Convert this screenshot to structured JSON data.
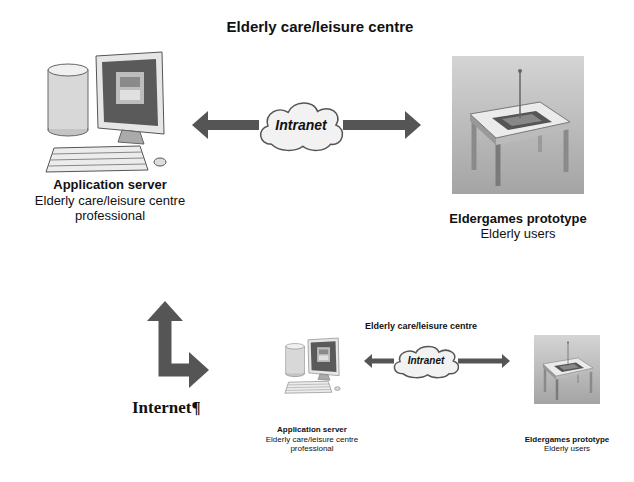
{
  "diagram": {
    "nodes": [
      {
        "text": [
          "Elderly care/leisure centre"
        ]
      },
      {
        "text": [
          "Application server",
          "Elderly care/leisure centre professional"
        ],
        "in": 0
      },
      {
        "text": [
          "Intranet"
        ],
        "in": 0
      },
      {
        "text": [
          "Eldergames prototype",
          "Elderly users"
        ],
        "in": 0
      },
      {
        "text": [
          "Elderly care/leisure centre"
        ]
      },
      {
        "text": [
          "Application server",
          "Elderly care/leisure centre professional"
        ],
        "in": 4
      },
      {
        "text": [
          "Intranet"
        ],
        "in": 4
      },
      {
        "text": [
          "Eldergames prototype",
          "Elderly users"
        ],
        "in": 4
      }
    ],
    "edges": [
      {
        "from": 2,
        "to": 1,
        "arrow": "to"
      },
      {
        "from": 2,
        "to": 3,
        "arrow": "to"
      },
      {
        "from": 6,
        "to": 5,
        "arrow": "to"
      },
      {
        "from": 6,
        "to": 7,
        "arrow": "to"
      },
      {
        "from": 0,
        "to": 4,
        "arrow": "both"
      }
    ],
    "labels": [
      "Internet¶"
    ]
  }
}
